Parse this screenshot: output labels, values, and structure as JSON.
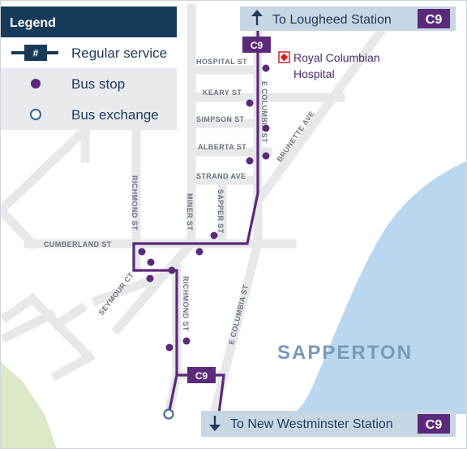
{
  "colors": {
    "route": "#5c2a7a",
    "road": "#e6e8ea",
    "water": "#b9d8ef",
    "park": "#dde8c6",
    "legend_title_bg": "#183a5a",
    "legend_row_bg": "#e8eaed",
    "banner_bg": "#c7d6e3",
    "label": "#1f3b5a",
    "exchange": "#3e6f96"
  },
  "legend": {
    "title": "Legend",
    "regular_service_badge": "#",
    "regular_service": "Regular service",
    "bus_stop": "Bus stop",
    "bus_exchange": "Bus exchange"
  },
  "banners": {
    "north": {
      "arrow": "up-arrow-icon",
      "text": "To Lougheed Station",
      "route": "C9"
    },
    "south": {
      "arrow": "down-arrow-icon",
      "text": "To New Westminster Station",
      "route": "C9"
    }
  },
  "route_tags": {
    "north": "C9",
    "south": "C9"
  },
  "hospital": {
    "icon": "red-cross-icon",
    "line1": "Royal Columbian",
    "line2": "Hospital"
  },
  "neighbourhood": "SAPPERTON",
  "streets": {
    "hospital": "HOSPITAL ST",
    "keary": "KEARY ST",
    "simpson": "SIMPSON ST",
    "alberta": "ALBERTA ST",
    "strand": "STRAND AVE",
    "e_columbia_north": "E COLUMBIA ST",
    "brunette": "BRUNETTE AVE",
    "richmond_north": "RICHMOND ST",
    "miner": "MINER ST",
    "sapper": "SAPPER ST",
    "cumberland": "CUMBERLAND ST",
    "seymour": "SEYMOUR CT",
    "richmond_south": "RICHMOND ST",
    "e_columbia_south": "E COLUMBIA ST"
  }
}
